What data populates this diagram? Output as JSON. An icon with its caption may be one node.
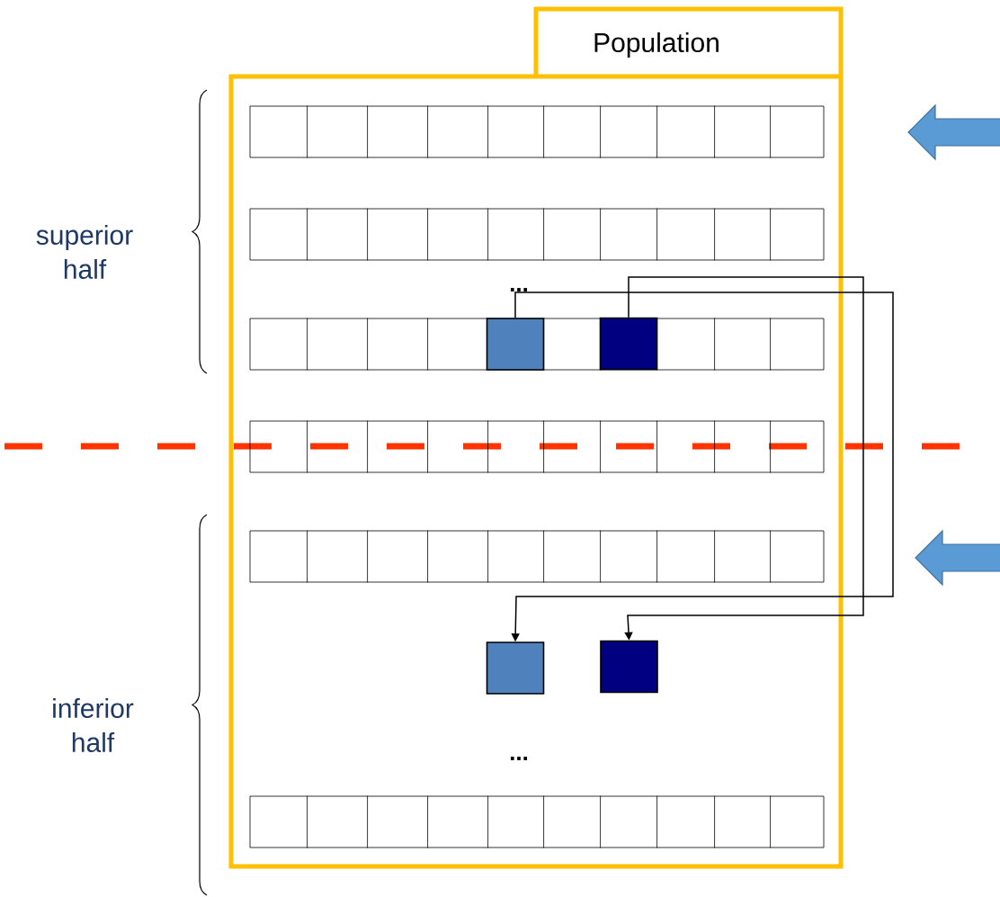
{
  "diagram": {
    "nodes": [
      {
        "text": [
          "Population"
        ]
      },
      {
        "text": [],
        "shape": "bar",
        "in": 0
      },
      {
        "text": [],
        "shape": "bar",
        "in": 0
      },
      {
        "text": [],
        "shape": "bar",
        "in": 0
      },
      {
        "text": [],
        "shape": "box",
        "in": 3
      },
      {
        "text": [],
        "shape": "box",
        "in": 3
      },
      {
        "text": [],
        "shape": "bar",
        "in": 0
      },
      {
        "text": [],
        "shape": "bar",
        "in": 0
      },
      {
        "text": [],
        "shape": "box",
        "in": 0
      },
      {
        "text": [],
        "shape": "box",
        "in": 0
      },
      {
        "text": [],
        "shape": "bar",
        "in": 0
      }
    ],
    "edges": [
      {
        "from": 4,
        "to": 8,
        "arrow": "to"
      },
      {
        "from": 5,
        "to": 9,
        "arrow": "to"
      }
    ],
    "labels": [
      "superior half",
      "...",
      "inferior half",
      "..."
    ]
  }
}
